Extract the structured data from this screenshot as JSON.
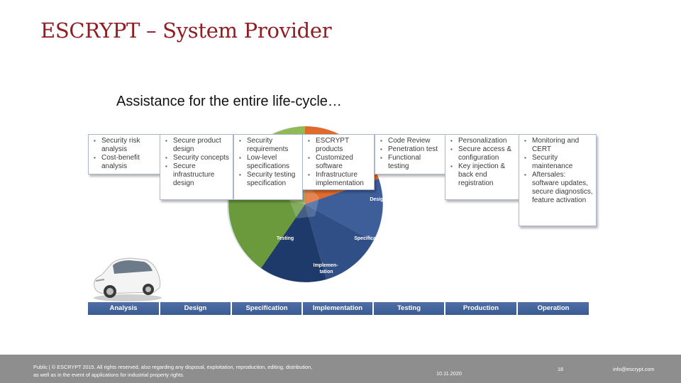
{
  "title": "ESCRYPT – System Provider",
  "subtitle": "Assistance for the entire life-cycle…",
  "wheel": {
    "labels": [
      "Design",
      "Specification",
      "Implemen-tation",
      "Testing"
    ]
  },
  "boxes": [
    {
      "items": [
        "Security risk analysis",
        "Cost-benefit analysis"
      ]
    },
    {
      "items": [
        "Secure product design",
        "Security concepts",
        "Secure infrastructure design"
      ]
    },
    {
      "items": [
        "Security requirements",
        "Low-level specifications",
        "Security testing specification"
      ]
    },
    {
      "items": [
        "ESCRYPT products",
        "Customized software",
        "Infrastructure implementation"
      ]
    },
    {
      "items": [
        "Code Review",
        "Penetration test",
        "Functional testing"
      ]
    },
    {
      "items": [
        "Personalization",
        "Secure access & configuration",
        "Key injection & back end registration"
      ]
    },
    {
      "items": [
        "Monitoring and CERT",
        "Security maintenance",
        "Aftersales: software updates, secure diagnostics, feature activation"
      ]
    }
  ],
  "phases": [
    "Analysis",
    "Design",
    "Specification",
    "Implementation",
    "Testing",
    "Production",
    "Operation"
  ],
  "colors": {
    "title": "#8f1d22",
    "phase_bar": "#3f5f98",
    "design_segment": "#3e5e9a",
    "specification_segment": "#2f4f86",
    "implementation_segment": "#1e3a6a",
    "testing_segment": "#6a9a3c",
    "top_segment": "#e06a2a",
    "footer": "#8e8e8e"
  },
  "footer": {
    "legal": "Public | © ESCRYPT 2015. All rights reserved, also regarding any disposal, exploitation, reproduction, editing, distribution, as well as in the event of applications for industrial property rights.",
    "date": "10.11.2020",
    "page": "18",
    "email": "info@escrypt.com"
  }
}
